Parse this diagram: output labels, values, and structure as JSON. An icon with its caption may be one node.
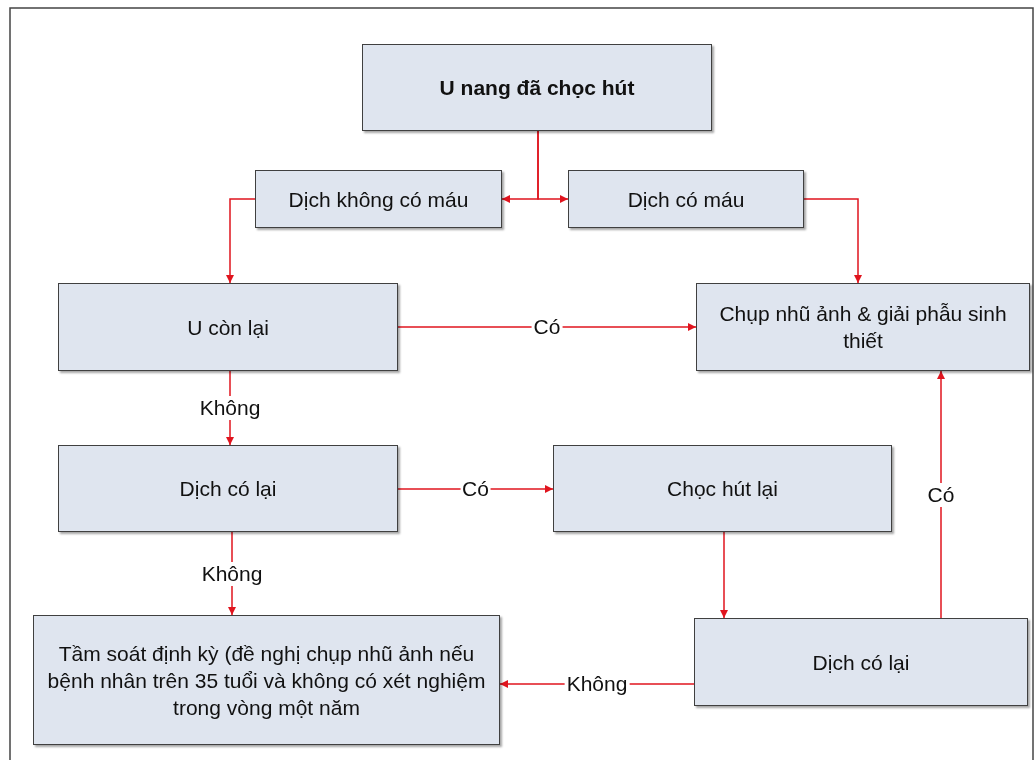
{
  "diagram": {
    "nodes": [
      {
        "text": [
          "U nang đã chọc hút"
        ]
      },
      {
        "text": [
          "Dịch không có máu"
        ]
      },
      {
        "text": [
          "Dịch có máu"
        ]
      },
      {
        "text": [
          "U còn lại"
        ]
      },
      {
        "text": [
          "Chụp nhũ ảnh & giải phẫu sinh thiết"
        ]
      },
      {
        "text": [
          "Dịch có lại"
        ]
      },
      {
        "text": [
          "Chọc hút lại"
        ]
      },
      {
        "text": [
          "Dịch có lại"
        ]
      },
      {
        "text": [
          "Tầm soát định kỳ (đề nghị chụp nhũ ảnh nếu bệnh nhân trên 35 tuổi và không có xét nghiệm trong vòng một năm"
        ]
      }
    ],
    "edges": [
      {
        "from": 0,
        "to": 1,
        "arrow": "to"
      },
      {
        "from": 0,
        "to": 2,
        "arrow": "to"
      },
      {
        "from": 1,
        "to": 3,
        "arrow": "to"
      },
      {
        "from": 2,
        "to": 4,
        "arrow": "to"
      },
      {
        "from": 3,
        "to": 4,
        "arrow": "to",
        "label": "Có"
      },
      {
        "from": 3,
        "to": 5,
        "arrow": "to",
        "label": "Không"
      },
      {
        "from": 5,
        "to": 6,
        "arrow": "to",
        "label": "Có"
      },
      {
        "from": 5,
        "to": 8,
        "arrow": "to",
        "label": "Không"
      },
      {
        "from": 6,
        "to": 7,
        "arrow": "to"
      },
      {
        "from": 7,
        "to": 4,
        "arrow": "to",
        "label": "Có"
      },
      {
        "from": 7,
        "to": 8,
        "arrow": "to",
        "label": "Không"
      }
    ]
  }
}
